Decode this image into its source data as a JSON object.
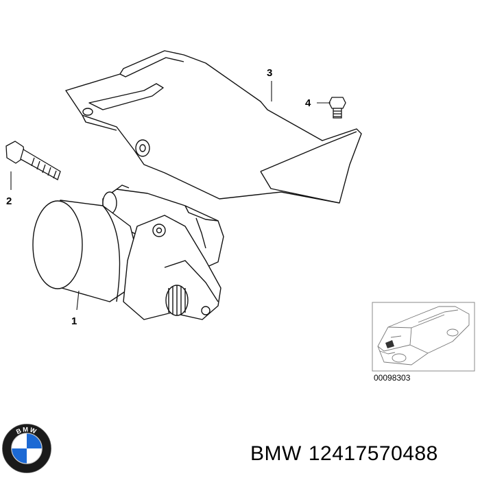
{
  "callouts": [
    "1",
    "2",
    "3",
    "4"
  ],
  "inset": {
    "reference_code": "00098303"
  },
  "caption": {
    "brand": "BMW",
    "part_number": "12417570488"
  },
  "logo": {
    "icon": "bmw-roundel-icon",
    "letters": "BMW",
    "colors": {
      "blue": "#1c69d4",
      "white": "#ffffff",
      "ring": "#1a1a1a"
    }
  }
}
